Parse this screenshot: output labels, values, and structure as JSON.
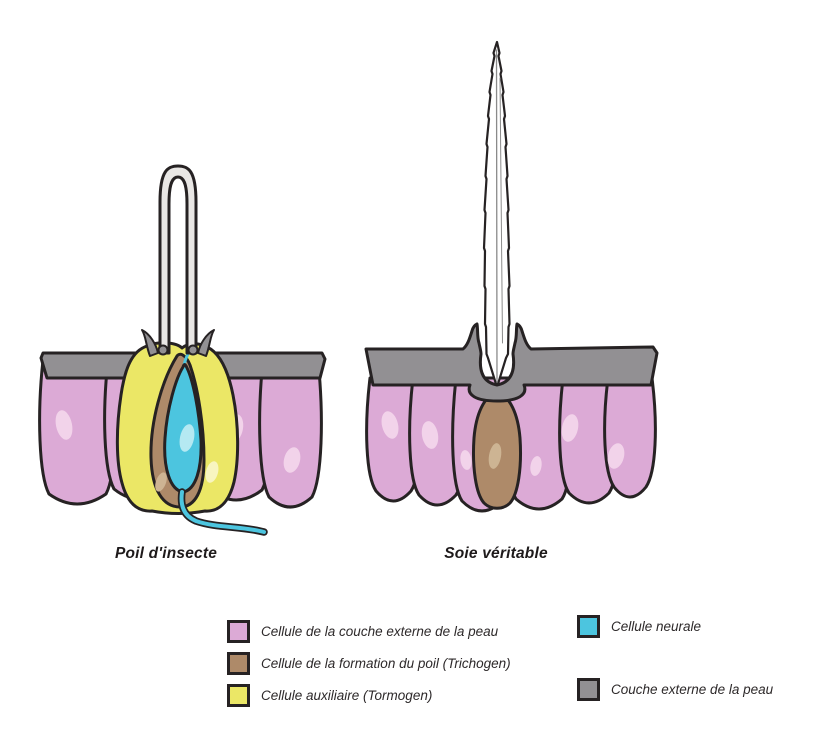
{
  "panels": [
    {
      "label": "Poil d'insecte"
    },
    {
      "label": "Soie véritable"
    }
  ],
  "legend": {
    "left": [
      {
        "label": "Cellule de la couche externe de la peau",
        "color": "#dcaad6"
      },
      {
        "label": "Cellule de la formation du poil (Trichogen)",
        "color": "#ae8a69"
      },
      {
        "label": "Cellule auxiliaire (Tormogen)",
        "color": "#ebe766"
      }
    ],
    "right": [
      {
        "label": "Cellule neurale",
        "color": "#4cc5df"
      },
      {
        "label": "Couche externe de la peau",
        "color": "#929093"
      }
    ]
  },
  "palette": {
    "outline": "#262223",
    "pink": "#dcaad6",
    "pink_highlight": "#f2d3ea",
    "brown": "#ae8a69",
    "brown_highlight": "#cdb493",
    "yellow": "#ebe766",
    "yellow_highlight": "#f8f5c0",
    "blue": "#4cc5df",
    "blue_highlight": "#b5e9f2",
    "gray": "#929093",
    "hair_fill": "#e9e7e5",
    "bristle_fill": "#ffffff",
    "vein": "#8a8a8a"
  }
}
